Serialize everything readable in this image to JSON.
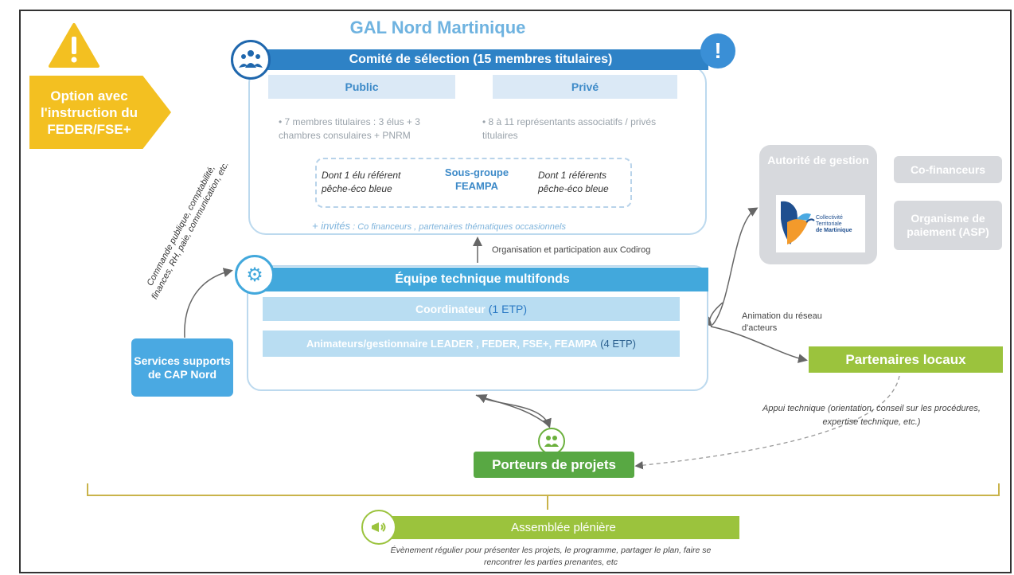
{
  "title": "GAL Nord Martinique",
  "option": {
    "text": "Option avec l'instruction du FEDER/FSE+"
  },
  "comite": {
    "title": "Comité de sélection (15 membres titulaires)",
    "public_label": "Public",
    "prive_label": "Privé",
    "public_text": "• 7 membres titulaires : 3 élus + 3 chambres consulaires + PNRM",
    "prive_text": "• 8 à 11 représentants associatifs / privés titulaires",
    "feampa_left": "Dont 1 élu référent pêche-éco bleue",
    "feampa_middle": "Sous-groupe FEAMPA",
    "feampa_right": "Dont 1 référents pêche-éco bleue",
    "invites_lead": "+ invités",
    "invites_text": ": Co financeurs , partenaires thématiques occasionnels"
  },
  "organisation_text": "Organisation et participation aux Codirog",
  "equipe": {
    "title": "Équipe technique multifonds",
    "coordinateur": "Coordinateur",
    "coordinateur_etp": "(1 ETP)",
    "animateurs": "Animateurs/gestionnaire LEADER , FEDER, FSE+, FEAMPA",
    "animateurs_etp": "(4 ETP)"
  },
  "services": {
    "label": "Services supports de CAP Nord",
    "rotated": "Commande publique, comptabilité, finances, RH, paie, communication, etc."
  },
  "autorite": {
    "title": "Autorité de gestion",
    "logo_text": "Collectivité Territoriale de Martinique"
  },
  "cofinanceurs": "Co-financeurs",
  "asp": "Organisme de paiement (ASP)",
  "animation_text": "Animation du réseau d'acteurs",
  "partenaires": "Partenaires locaux",
  "appui_text": "Appui technique (orientation, conseil sur les procédures, expertise technique, etc.)",
  "porteurs": "Porteurs de projets",
  "assemblee": {
    "title": "Assemblée plénière",
    "text": "Évènement régulier pour présenter les projets, le programme, partager le plan, faire se rencontrer les parties prenantes, etc"
  },
  "colors": {
    "dark_blue": "#2e82c6",
    "light_blue": "#42a8dc",
    "pale_blue": "#b9ddf2",
    "yellow": "#f3c021",
    "green": "#58a843",
    "lime": "#9bc33d",
    "grey": "#d7d9dd"
  },
  "icons": [
    "warning-icon",
    "committee-icon",
    "exclamation-icon",
    "gear-icon",
    "people-icon",
    "megaphone-icon",
    "bird-logo"
  ]
}
